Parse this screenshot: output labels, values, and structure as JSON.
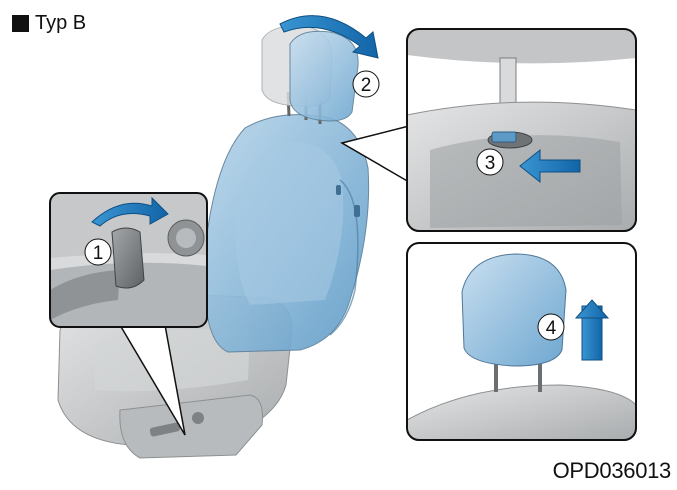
{
  "title": "Typ B",
  "figure_code": "OPD036013",
  "callouts": [
    "1",
    "2",
    "3",
    "4"
  ],
  "colors": {
    "seat_gray": "#c9cbcc",
    "seat_dark": "#9fa2a4",
    "highlight_blue": "#5b9fcf",
    "arrow_blue": "#1b7dc2",
    "border": "#111111"
  }
}
